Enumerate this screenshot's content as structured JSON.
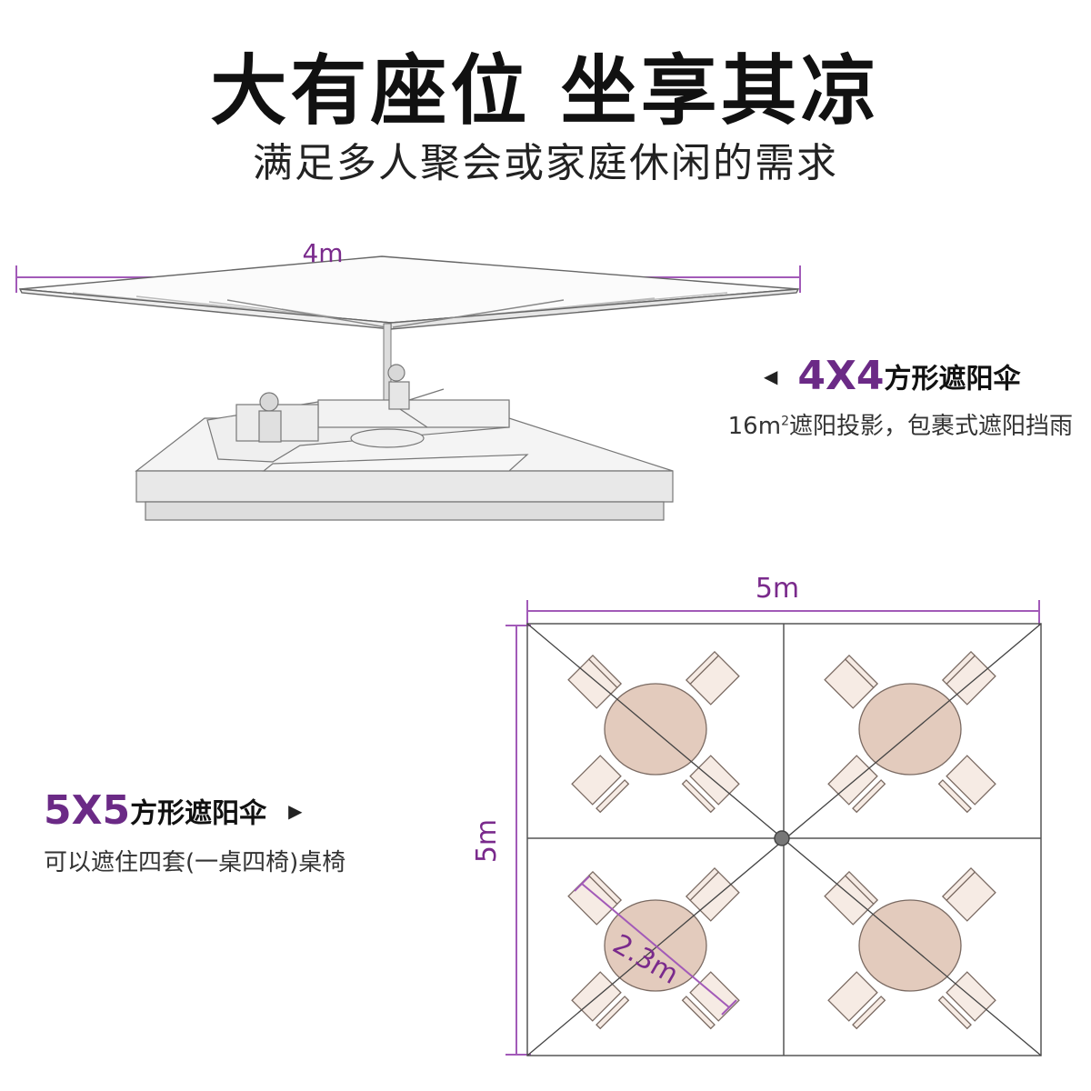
{
  "header": {
    "title": "大有座位 坐享其凉",
    "subtitle": "满足多人聚会或家庭休闲的需求"
  },
  "top_section": {
    "dimension_label": "4m",
    "spec_arrow": "◀",
    "spec_size": "4X4",
    "spec_name": "方形遮阳伞",
    "description_prefix": "16m",
    "description_sup": "2",
    "description_rest": "遮阳投影，包裹式遮阳挡雨"
  },
  "bottom_section": {
    "dimension_top": "5m",
    "dimension_left": "5m",
    "diameter_label": "2.3m",
    "spec_size": "5X5",
    "spec_name": "方形遮阳伞",
    "spec_arrow": "▶",
    "description": "可以遮住四套(一桌四椅)桌椅"
  },
  "colors": {
    "accent": "#6b2a86",
    "dimension_line": "#9a4db0",
    "table_fill": "#e3cbbd",
    "chair_fill": "#f6ebe4",
    "line_gray": "#555555"
  }
}
